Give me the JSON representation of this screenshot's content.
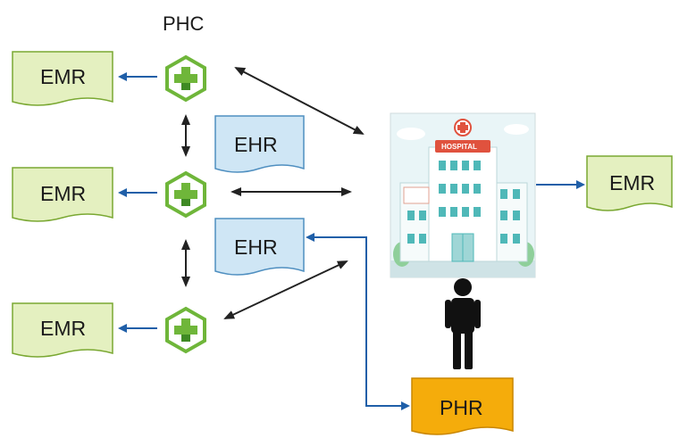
{
  "labels": {
    "phc_title": "PHC",
    "emr": "EMR",
    "ehr": "EHR",
    "phr": "PHR",
    "hospital_sign": "HOSPITAL"
  },
  "colors": {
    "emr_fill": "#e4f0c0",
    "emr_stroke": "#7aa832",
    "ehr_fill": "#cfe6f5",
    "ehr_stroke": "#4f8fc0",
    "phr_fill": "#f5ac0b",
    "phr_stroke": "#c98600",
    "blue_arrow": "#1f5fa8",
    "black_arrow": "#222222",
    "phc_green": "#6fb63a",
    "hospital_teal": "#4fb8b8"
  }
}
